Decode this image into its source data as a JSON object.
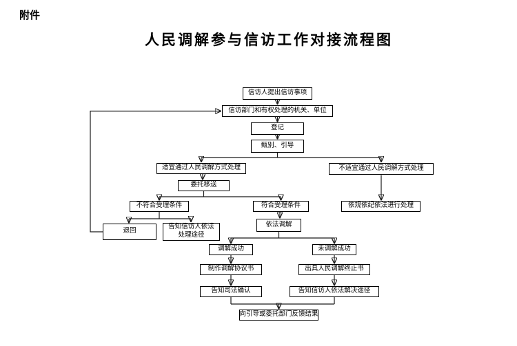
{
  "page": {
    "attachment_label": "附件",
    "title": "人民调解参与信访工作对接流程图"
  },
  "colors": {
    "background": "#ffffff",
    "line": "#1a1a1a",
    "box_border": "#000000",
    "text": "#000000"
  },
  "flowchart": {
    "nodes": {
      "submit": "信访人提出信访事项",
      "authority": "信访部门和有权处理的机关、单位",
      "register": "登记",
      "screen": "甄别、引导",
      "suitable": "适宜通过人民调解方式处理",
      "unsuitable": "不适宜通过人民调解方式处理",
      "entrust": "委托移送",
      "not_accept": "不符合受理条件",
      "accept": "符合受理条件",
      "handle_law": "依规依纪依法进行处理",
      "return": "退回",
      "inform_ways": "告知信访人依法\n处理途径",
      "mediate": "依法调解",
      "success": "调解成功",
      "fail": "未调解成功",
      "agreement": "制作调解协议书",
      "termination": "出具人民调解终止书",
      "judicial_confirm": "告知司法确认",
      "inform_resolve": "告知信访人依法解决途径",
      "feedback": "向引导或委托部门反馈结果"
    },
    "edges": [
      {
        "from": "submit",
        "to": "authority"
      },
      {
        "from": "authority",
        "to": "register"
      },
      {
        "from": "register",
        "to": "screen"
      },
      {
        "from": "screen",
        "to": "suitable"
      },
      {
        "from": "screen",
        "to": "unsuitable"
      },
      {
        "from": "suitable",
        "to": "entrust"
      },
      {
        "from": "entrust",
        "to": "not_accept"
      },
      {
        "from": "entrust",
        "to": "accept"
      },
      {
        "from": "unsuitable",
        "to": "handle_law"
      },
      {
        "from": "not_accept",
        "to": "return"
      },
      {
        "from": "not_accept",
        "to": "inform_ways"
      },
      {
        "from": "accept",
        "to": "mediate"
      },
      {
        "from": "mediate",
        "to": "success"
      },
      {
        "from": "mediate",
        "to": "fail"
      },
      {
        "from": "success",
        "to": "agreement"
      },
      {
        "from": "fail",
        "to": "termination"
      },
      {
        "from": "agreement",
        "to": "judicial_confirm"
      },
      {
        "from": "termination",
        "to": "inform_resolve"
      },
      {
        "from": "judicial_confirm",
        "to": "feedback"
      },
      {
        "from": "inform_resolve",
        "to": "feedback"
      },
      {
        "from": "return",
        "to": "authority"
      }
    ]
  }
}
